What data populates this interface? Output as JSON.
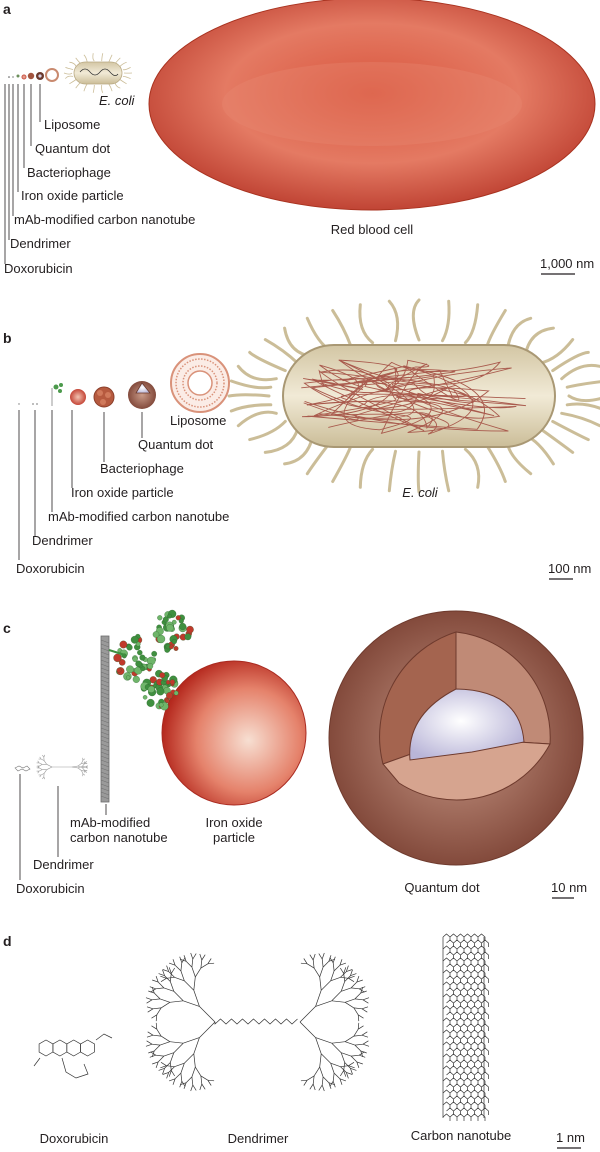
{
  "colors": {
    "rbc": "#c8432f",
    "rbc_light": "#e8836e",
    "ecoli_fill": "#e4d9bf",
    "ecoli_edge": "#b9a983",
    "iron": "#c0392b",
    "iron_light": "#f6d7c9",
    "qdot": "#8a4d3e",
    "qdot_core": "#cfcde3",
    "antibody": "#3f8f3f"
  },
  "panels": {
    "a": {
      "letter": "a",
      "labels": {
        "ecoli": "E. coli",
        "liposome": "Liposome",
        "quantum_dot": "Quantum dot",
        "bacteriophage": "Bacteriophage",
        "iron_oxide": "Iron oxide particle",
        "carbon_nanotube": "mAb-modified carbon nanotube",
        "dendrimer": "Dendrimer",
        "doxorubicin": "Doxorubicin",
        "rbc": "Red blood cell"
      },
      "scale": "1,000 nm"
    },
    "b": {
      "letter": "b",
      "labels": {
        "liposome": "Liposome",
        "quantum_dot": "Quantum dot",
        "bacteriophage": "Bacteriophage",
        "iron_oxide": "Iron oxide particle",
        "carbon_nanotube": "mAb-modified carbon nanotube",
        "dendrimer": "Dendrimer",
        "doxorubicin": "Doxorubicin",
        "ecoli": "E. coli"
      },
      "scale": "100 nm"
    },
    "c": {
      "letter": "c",
      "labels": {
        "carbon_nanotube_1": "mAb-modified",
        "carbon_nanotube_2": "carbon nanotube",
        "iron_oxide_1": "Iron oxide",
        "iron_oxide_2": "particle",
        "dendrimer": "Dendrimer",
        "doxorubicin": "Doxorubicin",
        "quantum_dot": "Quantum dot"
      },
      "scale": "10 nm"
    },
    "d": {
      "letter": "d",
      "labels": {
        "doxorubicin": "Doxorubicin",
        "dendrimer": "Dendrimer",
        "carbon_nanotube": "Carbon nanotube"
      },
      "scale": "1 nm"
    }
  }
}
